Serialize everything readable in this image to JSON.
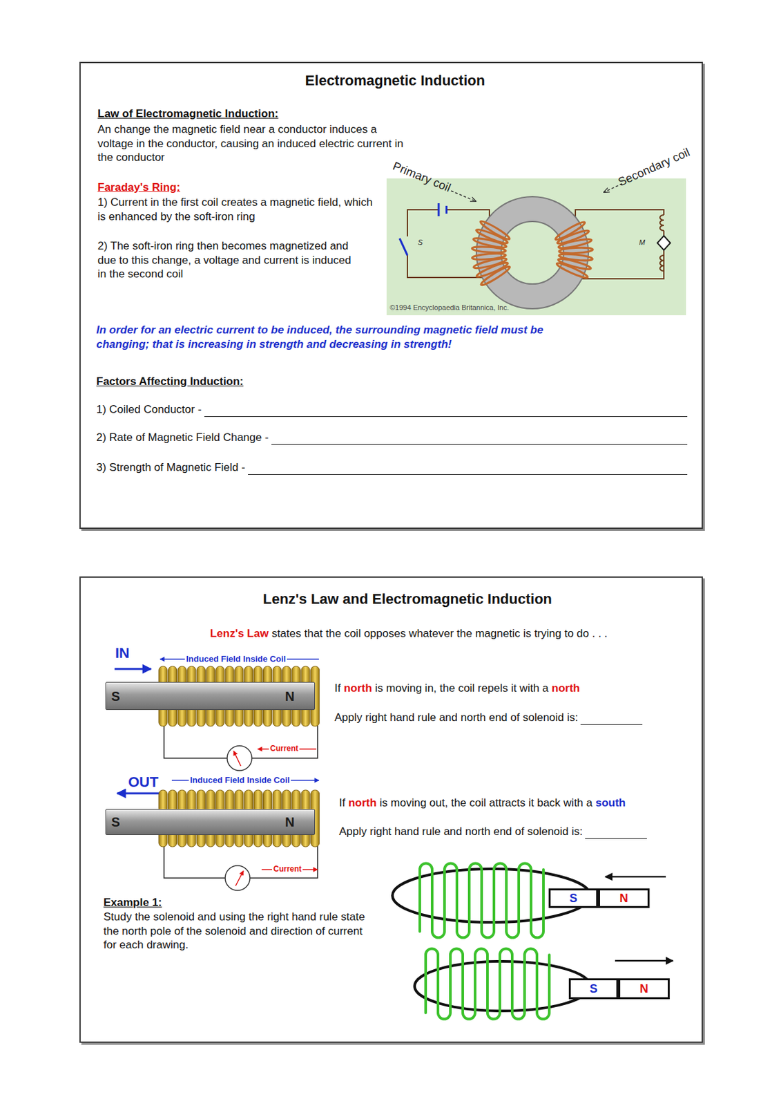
{
  "diagram": {
    "nodes": [
      {
        "text": [
          "Electromagnetic Induction",
          "Law of Electromagnetic Induction:",
          "An change the magnetic field near a conductor induces a voltage in the conductor, causing an induced electric current in the conductor",
          "Faraday's Ring:",
          "1) Current in the first coil creates a magnetic field, which is enhanced by the soft-iron ring",
          "2) The soft-iron ring then becomes magnetized and due to this change, a voltage and current is induced in the second coil",
          "In order for an electric current to be induced, the surrounding magnetic field must be changing; that is increasing in strength and decreasing in strength!",
          "Factors Affecting Induction:",
          "1) Coiled Conductor -",
          "2) Rate of Magnetic Field Change -",
          "3) Strength of Magnetic Field -"
        ]
      },
      {
        "text": [
          "Lenz's Law and Electromagnetic Induction",
          "Lenz's Law states that the coil opposes whatever the magnetic is trying to do . . .",
          "If north is moving in, the coil repels it with a north",
          "Apply right hand rule and north end of solenoid is:",
          "If north is moving out, the coil attracts it back with a south",
          "Apply right hand rule and north end of solenoid is:",
          "Example 1:",
          "Study the solenoid and using the right hand rule state the north pole of the solenoid and direction of current for each drawing."
        ]
      },
      {
        "text": [
          "S",
          "N"
        ],
        "in": 1
      },
      {
        "text": [
          "S",
          "N"
        ],
        "in": 1
      },
      {
        "text": [
          "S"
        ],
        "in": 1
      },
      {
        "text": [
          "N"
        ],
        "in": 1
      },
      {
        "text": [
          "S"
        ],
        "in": 1
      },
      {
        "text": [
          "N"
        ],
        "in": 1
      }
    ],
    "labels": [
      "Primary coil",
      "Secondary coil",
      "S",
      "M",
      "©1994 Encyclopaedia Britannica, Inc.",
      "IN",
      "Induced Field Inside Coil",
      "Current",
      "OUT",
      "Induced Field Inside Coil",
      "Current"
    ]
  }
}
